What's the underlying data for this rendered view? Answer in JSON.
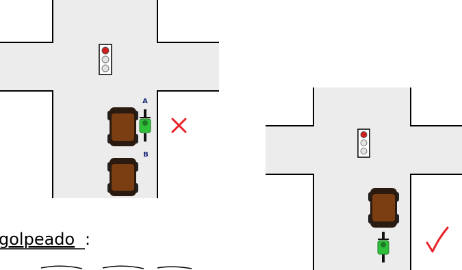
{
  "left_scene": {
    "label_a": "A",
    "label_b": "B",
    "mark": "✕",
    "mark_icon": "cross-mark-icon",
    "mark_color": "#e8232a"
  },
  "right_scene": {
    "mark": "✓",
    "mark_icon": "check-mark-icon",
    "mark_color": "#e8232a"
  },
  "caption": {
    "underlined_text": "golpeado",
    "suffix": ":"
  },
  "colors": {
    "car_body": "#7a3e12",
    "car_tire": "#222222",
    "bike_green": "#2fbf3a",
    "signal_red": "#d21e1e",
    "label_blue": "#1a2a7a"
  }
}
